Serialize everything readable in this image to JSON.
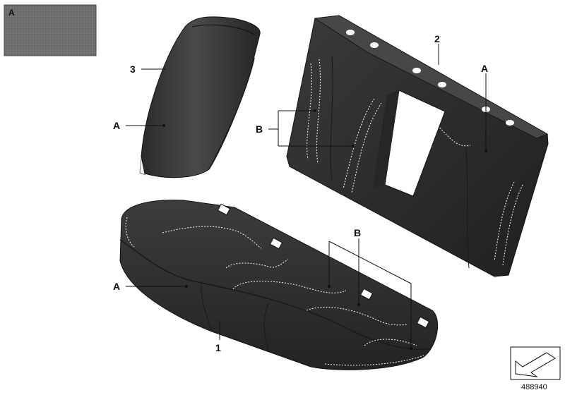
{
  "material_sample": {
    "label": "A"
  },
  "callouts": {
    "part_1": "1",
    "part_2": "2",
    "part_3": "3",
    "a_armrest": "A",
    "a_backrest": "A",
    "a_cushion": "A",
    "b_backrest": "B",
    "b_cushion": "B"
  },
  "diagram_number": "488940",
  "colors": {
    "leather_dark": "#2b2b2b",
    "leather_mid": "#3d3d3d",
    "stitching": "#e8e8e8",
    "swatch": "#6f6f6f"
  }
}
